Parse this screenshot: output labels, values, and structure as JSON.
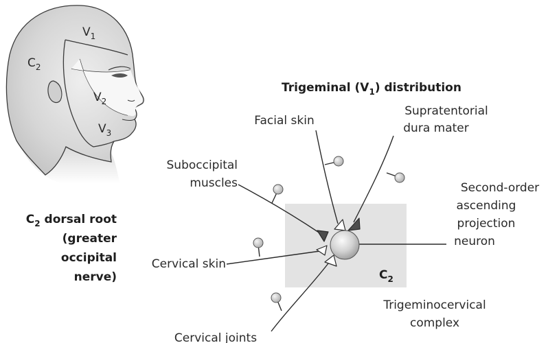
{
  "head": {
    "c2": "C",
    "c2_sub": "2",
    "v1": "V",
    "v1_sub": "1",
    "v2": "V",
    "v2_sub": "2",
    "v3": "V",
    "v3_sub": "3"
  },
  "left_caption": {
    "line1_prefix": "C",
    "line1_sub": "2",
    "line1_rest": " dorsal root",
    "line2": "(greater",
    "line3": "occipital",
    "line4": "nerve)"
  },
  "title": {
    "prefix": "Trigeminal (V",
    "sub": "1",
    "suffix": ") distribution"
  },
  "labels": {
    "facial_skin": "Facial skin",
    "supratentorial_1": "Supratentorial",
    "supratentorial_2": "dura mater",
    "suboccipital_1": "Suboccipital",
    "suboccipital_2": "muscles",
    "second_order_1": "Second-order",
    "second_order_2": "ascending",
    "second_order_3": "projection",
    "second_order_4": "neuron",
    "cervical_skin": "Cervical skin",
    "cervical_joints": "Cervical joints",
    "box_c2": "C",
    "box_c2_sub": "2",
    "complex_1": "Trigeminocervical",
    "complex_2": "complex"
  },
  "colors": {
    "box_fill": "#e3e3e3",
    "dark_terminal": "#4d4d4d",
    "line": "#2a2a2a"
  }
}
